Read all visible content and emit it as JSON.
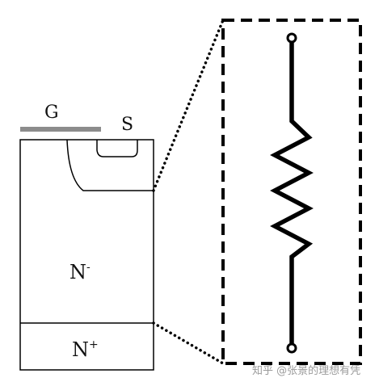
{
  "labels": {
    "gate": "G",
    "source": "S",
    "n_minus_base": "N",
    "n_minus_sup": "-",
    "n_plus_base": "N",
    "n_plus_sup": "+"
  },
  "watermark": "知乎 @张景的理想有凭",
  "colors": {
    "outline": "#000000",
    "gate_bar": "#8c8c8c",
    "watermark": "#9a9a9a"
  }
}
